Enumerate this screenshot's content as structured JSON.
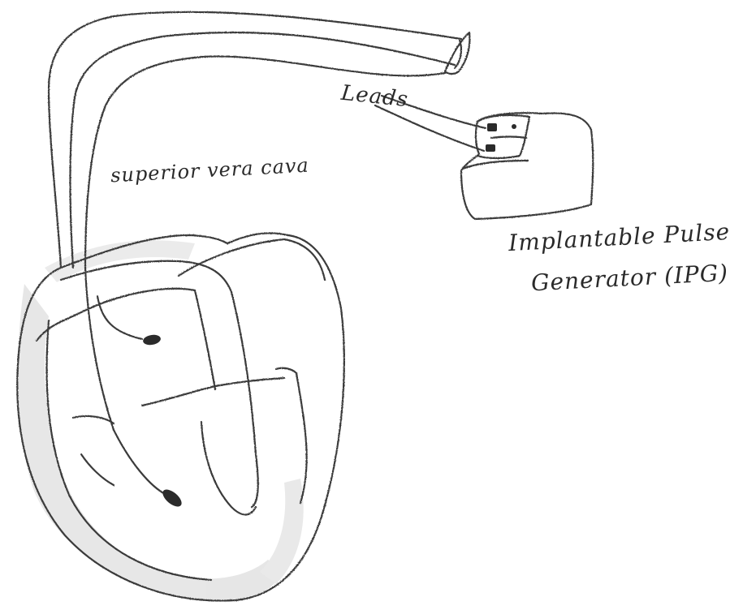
{
  "diagram": {
    "labels": {
      "leads": "Leads",
      "superior_vena_cava": "superior vera cava",
      "ipg_line1": "Implantable Pulse",
      "ipg_line2": "Generator (IPG)"
    },
    "colors": {
      "ink": "#3a3a3a",
      "shading": "#c9c9c9",
      "electrode": "#2b2b2b",
      "background": "#ffffff"
    }
  }
}
